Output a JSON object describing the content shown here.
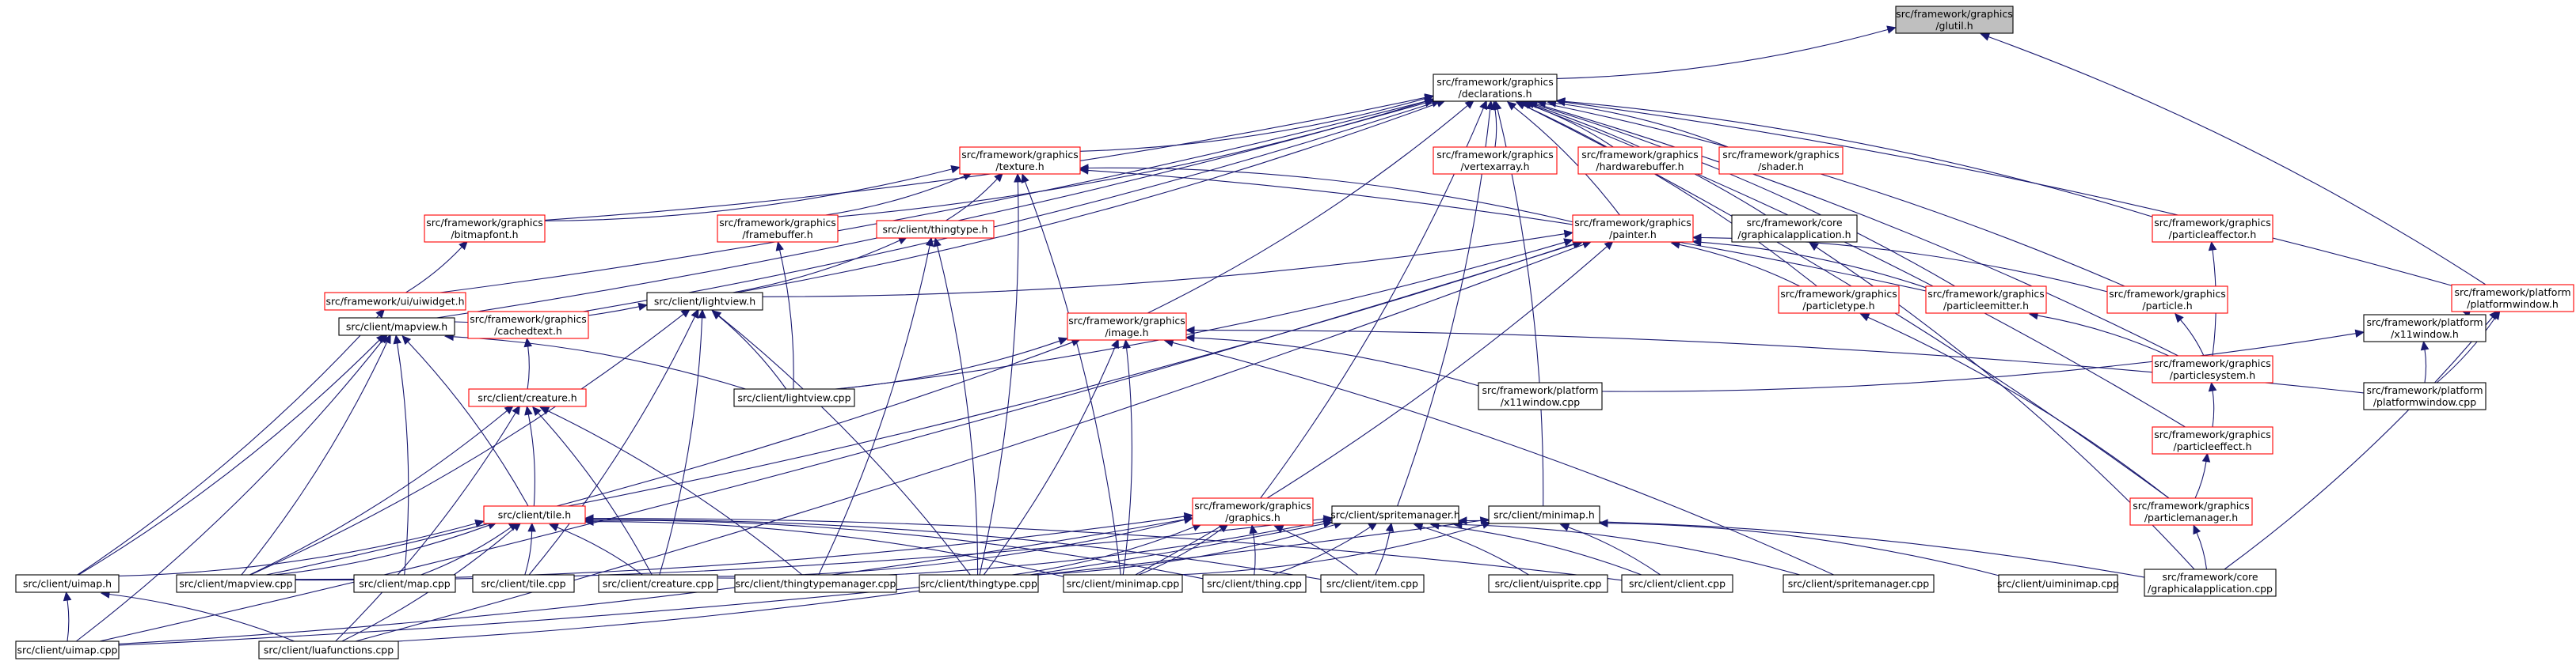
{
  "graph": {
    "colors": {
      "edge": "#191970",
      "node_fill": "#ffffff",
      "node_border_default": "#000000",
      "node_border_undocumented": "#ff0000",
      "root_fill": "#bfbfbf"
    },
    "nodes": [
      {
        "id": "glutil",
        "lines": [
          "src/framework/graphics",
          "/glutil.h"
        ],
        "style": "root"
      },
      {
        "id": "declarations",
        "lines": [
          "src/framework/graphics",
          "/declarations.h"
        ],
        "style": "black"
      },
      {
        "id": "texture",
        "lines": [
          "src/framework/graphics",
          "/texture.h"
        ],
        "style": "red"
      },
      {
        "id": "vertexarray",
        "lines": [
          "src/framework/graphics",
          "/vertexarray.h"
        ],
        "style": "red"
      },
      {
        "id": "hardwarebuffer",
        "lines": [
          "src/framework/graphics",
          "/hardwarebuffer.h"
        ],
        "style": "red"
      },
      {
        "id": "shader",
        "lines": [
          "src/framework/graphics",
          "/shader.h"
        ],
        "style": "red"
      },
      {
        "id": "bitmapfont",
        "lines": [
          "src/framework/graphics",
          "/bitmapfont.h"
        ],
        "style": "red"
      },
      {
        "id": "framebuffer",
        "lines": [
          "src/framework/graphics",
          "/framebuffer.h"
        ],
        "style": "red"
      },
      {
        "id": "thingtype_h",
        "lines": [
          "src/client/thingtype.h"
        ],
        "style": "red"
      },
      {
        "id": "painter",
        "lines": [
          "src/framework/graphics",
          "/painter.h"
        ],
        "style": "red"
      },
      {
        "id": "graphicalapplication_h",
        "lines": [
          "src/framework/core",
          "/graphicalapplication.h"
        ],
        "style": "black"
      },
      {
        "id": "particleaffector",
        "lines": [
          "src/framework/graphics",
          "/particleaffector.h"
        ],
        "style": "red"
      },
      {
        "id": "platformwindow",
        "lines": [
          "src/framework/platform",
          "/platformwindow.h"
        ],
        "style": "red"
      },
      {
        "id": "uiwidget",
        "lines": [
          "src/framework/ui/uiwidget.h"
        ],
        "style": "red"
      },
      {
        "id": "lightview_h",
        "lines": [
          "src/client/lightview.h"
        ],
        "style": "black"
      },
      {
        "id": "particletype",
        "lines": [
          "src/framework/graphics",
          "/particletype.h"
        ],
        "style": "red"
      },
      {
        "id": "particleemitter",
        "lines": [
          "src/framework/graphics",
          "/particleemitter.h"
        ],
        "style": "red"
      },
      {
        "id": "particle",
        "lines": [
          "src/framework/graphics",
          "/particle.h"
        ],
        "style": "red"
      },
      {
        "id": "mapview_h",
        "lines": [
          "src/client/mapview.h"
        ],
        "style": "black"
      },
      {
        "id": "cachedtext",
        "lines": [
          "src/framework/graphics",
          "/cachedtext.h"
        ],
        "style": "red"
      },
      {
        "id": "image",
        "lines": [
          "src/framework/graphics",
          "/image.h"
        ],
        "style": "red"
      },
      {
        "id": "particlesystem",
        "lines": [
          "src/framework/graphics",
          "/particlesystem.h"
        ],
        "style": "red"
      },
      {
        "id": "x11window_h",
        "lines": [
          "src/framework/platform",
          "/x11window.h"
        ],
        "style": "black"
      },
      {
        "id": "creature_h",
        "lines": [
          "src/client/creature.h"
        ],
        "style": "red"
      },
      {
        "id": "lightview_cpp",
        "lines": [
          "src/client/lightview.cpp"
        ],
        "style": "black"
      },
      {
        "id": "x11window_cpp",
        "lines": [
          "src/framework/platform",
          "/x11window.cpp"
        ],
        "style": "black"
      },
      {
        "id": "platformwindow_cpp",
        "lines": [
          "src/framework/platform",
          "/platformwindow.cpp"
        ],
        "style": "black"
      },
      {
        "id": "particleeffect",
        "lines": [
          "src/framework/graphics",
          "/particleeffect.h"
        ],
        "style": "red"
      },
      {
        "id": "graphics_h",
        "lines": [
          "src/framework/graphics",
          "/graphics.h"
        ],
        "style": "red"
      },
      {
        "id": "spritemanager_h",
        "lines": [
          "src/client/spritemanager.h"
        ],
        "style": "black"
      },
      {
        "id": "minimap_h",
        "lines": [
          "src/client/minimap.h"
        ],
        "style": "black"
      },
      {
        "id": "tile_h",
        "lines": [
          "src/client/tile.h"
        ],
        "style": "red"
      },
      {
        "id": "particlemanager",
        "lines": [
          "src/framework/graphics",
          "/particlemanager.h"
        ],
        "style": "red"
      },
      {
        "id": "uimap_h",
        "lines": [
          "src/client/uimap.h"
        ],
        "style": "black"
      },
      {
        "id": "mapview_cpp",
        "lines": [
          "src/client/mapview.cpp"
        ],
        "style": "black"
      },
      {
        "id": "map_cpp",
        "lines": [
          "src/client/map.cpp"
        ],
        "style": "black"
      },
      {
        "id": "tile_cpp",
        "lines": [
          "src/client/tile.cpp"
        ],
        "style": "black"
      },
      {
        "id": "creature_cpp",
        "lines": [
          "src/client/creature.cpp"
        ],
        "style": "black"
      },
      {
        "id": "thingtypemanager_cpp",
        "lines": [
          "src/client/thingtypemanager.cpp"
        ],
        "style": "black"
      },
      {
        "id": "thingtype_cpp",
        "lines": [
          "src/client/thingtype.cpp"
        ],
        "style": "black"
      },
      {
        "id": "minimap_cpp",
        "lines": [
          "src/client/minimap.cpp"
        ],
        "style": "black"
      },
      {
        "id": "thing_cpp",
        "lines": [
          "src/client/thing.cpp"
        ],
        "style": "black"
      },
      {
        "id": "item_cpp",
        "lines": [
          "src/client/item.cpp"
        ],
        "style": "black"
      },
      {
        "id": "uisprite_cpp",
        "lines": [
          "src/client/uisprite.cpp"
        ],
        "style": "black"
      },
      {
        "id": "client_cpp",
        "lines": [
          "src/client/client.cpp"
        ],
        "style": "black"
      },
      {
        "id": "spritemanager_cpp",
        "lines": [
          "src/client/spritemanager.cpp"
        ],
        "style": "black"
      },
      {
        "id": "uiminimap_cpp",
        "lines": [
          "src/client/uiminimap.cpp"
        ],
        "style": "black"
      },
      {
        "id": "graphicalapplication_cpp",
        "lines": [
          "src/framework/core",
          "/graphicalapplication.cpp"
        ],
        "style": "black"
      },
      {
        "id": "uimap_cpp",
        "lines": [
          "src/client/uimap.cpp"
        ],
        "style": "black"
      },
      {
        "id": "luafunctions_cpp",
        "lines": [
          "src/client/luafunctions.cpp"
        ],
        "style": "black"
      }
    ],
    "edges": [
      [
        "declarations",
        "glutil"
      ],
      [
        "platformwindow",
        "glutil"
      ],
      [
        "texture",
        "declarations"
      ],
      [
        "vertexarray",
        "declarations"
      ],
      [
        "hardwarebuffer",
        "declarations"
      ],
      [
        "shader",
        "declarations"
      ],
      [
        "bitmapfont",
        "declarations"
      ],
      [
        "framebuffer",
        "declarations"
      ],
      [
        "painter",
        "declarations"
      ],
      [
        "graphicalapplication_h",
        "declarations"
      ],
      [
        "particleaffector",
        "declarations"
      ],
      [
        "platformwindow",
        "declarations"
      ],
      [
        "uiwidget",
        "declarations"
      ],
      [
        "lightview_h",
        "declarations"
      ],
      [
        "particletype",
        "declarations"
      ],
      [
        "particleemitter",
        "declarations"
      ],
      [
        "particle",
        "declarations"
      ],
      [
        "mapview_h",
        "declarations"
      ],
      [
        "cachedtext",
        "declarations"
      ],
      [
        "image",
        "declarations"
      ],
      [
        "particlesystem",
        "declarations"
      ],
      [
        "graphics_h",
        "declarations"
      ],
      [
        "spritemanager_h",
        "declarations"
      ],
      [
        "minimap_h",
        "declarations"
      ],
      [
        "particlemanager",
        "declarations"
      ],
      [
        "particleeffect",
        "declarations"
      ],
      [
        "bitmapfont",
        "texture"
      ],
      [
        "framebuffer",
        "texture"
      ],
      [
        "thingtype_h",
        "texture"
      ],
      [
        "painter",
        "texture"
      ],
      [
        "particleemitter",
        "texture"
      ],
      [
        "thingtype_cpp",
        "texture"
      ],
      [
        "minimap_cpp",
        "texture"
      ],
      [
        "uiwidget",
        "bitmapfont"
      ],
      [
        "lightview_cpp",
        "framebuffer"
      ],
      [
        "lightview_h",
        "thingtype_h"
      ],
      [
        "thingtypemanager_cpp",
        "thingtype_h"
      ],
      [
        "thingtype_cpp",
        "thingtype_h"
      ],
      [
        "lightview_h",
        "painter"
      ],
      [
        "particletype",
        "painter"
      ],
      [
        "particleemitter",
        "painter"
      ],
      [
        "particle",
        "painter"
      ],
      [
        "lightview_cpp",
        "painter"
      ],
      [
        "tile_h",
        "painter"
      ],
      [
        "minimap_cpp",
        "painter"
      ],
      [
        "uimap_cpp",
        "painter"
      ],
      [
        "luafunctions_cpp",
        "painter"
      ],
      [
        "graphicalapplication_cpp",
        "graphicalapplication_h"
      ],
      [
        "particlesystem",
        "particleaffector"
      ],
      [
        "x11window_h",
        "platformwindow"
      ],
      [
        "platformwindow_cpp",
        "platformwindow"
      ],
      [
        "graphicalapplication_cpp",
        "platformwindow"
      ],
      [
        "uimap_h",
        "uiwidget"
      ],
      [
        "mapview_h",
        "lightview_h"
      ],
      [
        "lightview_cpp",
        "lightview_h"
      ],
      [
        "mapview_cpp",
        "lightview_h"
      ],
      [
        "tile_cpp",
        "lightview_h"
      ],
      [
        "creature_cpp",
        "lightview_h"
      ],
      [
        "thingtype_cpp",
        "lightview_h"
      ],
      [
        "particlemanager",
        "particletype"
      ],
      [
        "particlesystem",
        "particleemitter"
      ],
      [
        "particlesystem",
        "particle"
      ],
      [
        "uimap_h",
        "mapview_h"
      ],
      [
        "mapview_cpp",
        "mapview_h"
      ],
      [
        "map_cpp",
        "mapview_h"
      ],
      [
        "tile_h",
        "mapview_h"
      ],
      [
        "lightview_cpp",
        "mapview_h"
      ],
      [
        "uimap_cpp",
        "mapview_h"
      ],
      [
        "creature_h",
        "cachedtext"
      ],
      [
        "lightview_cpp",
        "image"
      ],
      [
        "x11window_cpp",
        "image"
      ],
      [
        "platformwindow_cpp",
        "image"
      ],
      [
        "mapview_cpp",
        "image"
      ],
      [
        "thingtype_cpp",
        "image"
      ],
      [
        "minimap_cpp",
        "image"
      ],
      [
        "spritemanager_cpp",
        "image"
      ],
      [
        "particleeffect",
        "particlesystem"
      ],
      [
        "x11window_cpp",
        "x11window_h"
      ],
      [
        "platformwindow_cpp",
        "x11window_h"
      ],
      [
        "tile_h",
        "creature_h"
      ],
      [
        "mapview_cpp",
        "creature_h"
      ],
      [
        "creature_cpp",
        "creature_h"
      ],
      [
        "luafunctions_cpp",
        "creature_h"
      ],
      [
        "thingtypemanager_cpp",
        "creature_h"
      ],
      [
        "particlemanager",
        "particleeffect"
      ],
      [
        "graphicalapplication_cpp",
        "particlemanager"
      ],
      [
        "mapview_cpp",
        "graphics_h"
      ],
      [
        "thing_cpp",
        "graphics_h"
      ],
      [
        "item_cpp",
        "graphics_h"
      ],
      [
        "creature_cpp",
        "graphics_h"
      ],
      [
        "thingtype_cpp",
        "graphics_h"
      ],
      [
        "minimap_cpp",
        "graphics_h"
      ],
      [
        "uimap_cpp",
        "graphics_h"
      ],
      [
        "creature_cpp",
        "spritemanager_h"
      ],
      [
        "thingtype_cpp",
        "spritemanager_h"
      ],
      [
        "thing_cpp",
        "spritemanager_h"
      ],
      [
        "item_cpp",
        "spritemanager_h"
      ],
      [
        "uisprite_cpp",
        "spritemanager_h"
      ],
      [
        "client_cpp",
        "spritemanager_h"
      ],
      [
        "spritemanager_cpp",
        "spritemanager_h"
      ],
      [
        "graphicalapplication_cpp",
        "spritemanager_h"
      ],
      [
        "luafunctions_cpp",
        "spritemanager_h"
      ],
      [
        "mapview_cpp",
        "spritemanager_h"
      ],
      [
        "minimap_cpp",
        "minimap_h"
      ],
      [
        "client_cpp",
        "minimap_h"
      ],
      [
        "uiminimap_cpp",
        "minimap_h"
      ],
      [
        "uimap_cpp",
        "minimap_h"
      ],
      [
        "uimap_h",
        "tile_h"
      ],
      [
        "mapview_cpp",
        "tile_h"
      ],
      [
        "map_cpp",
        "tile_h"
      ],
      [
        "tile_cpp",
        "tile_h"
      ],
      [
        "creature_cpp",
        "tile_h"
      ],
      [
        "luafunctions_cpp",
        "tile_h"
      ],
      [
        "thing_cpp",
        "tile_h"
      ],
      [
        "item_cpp",
        "tile_h"
      ],
      [
        "minimap_cpp",
        "tile_h"
      ],
      [
        "client_cpp",
        "tile_h"
      ],
      [
        "uimap_cpp",
        "uimap_h"
      ],
      [
        "luafunctions_cpp",
        "uimap_h"
      ]
    ]
  }
}
